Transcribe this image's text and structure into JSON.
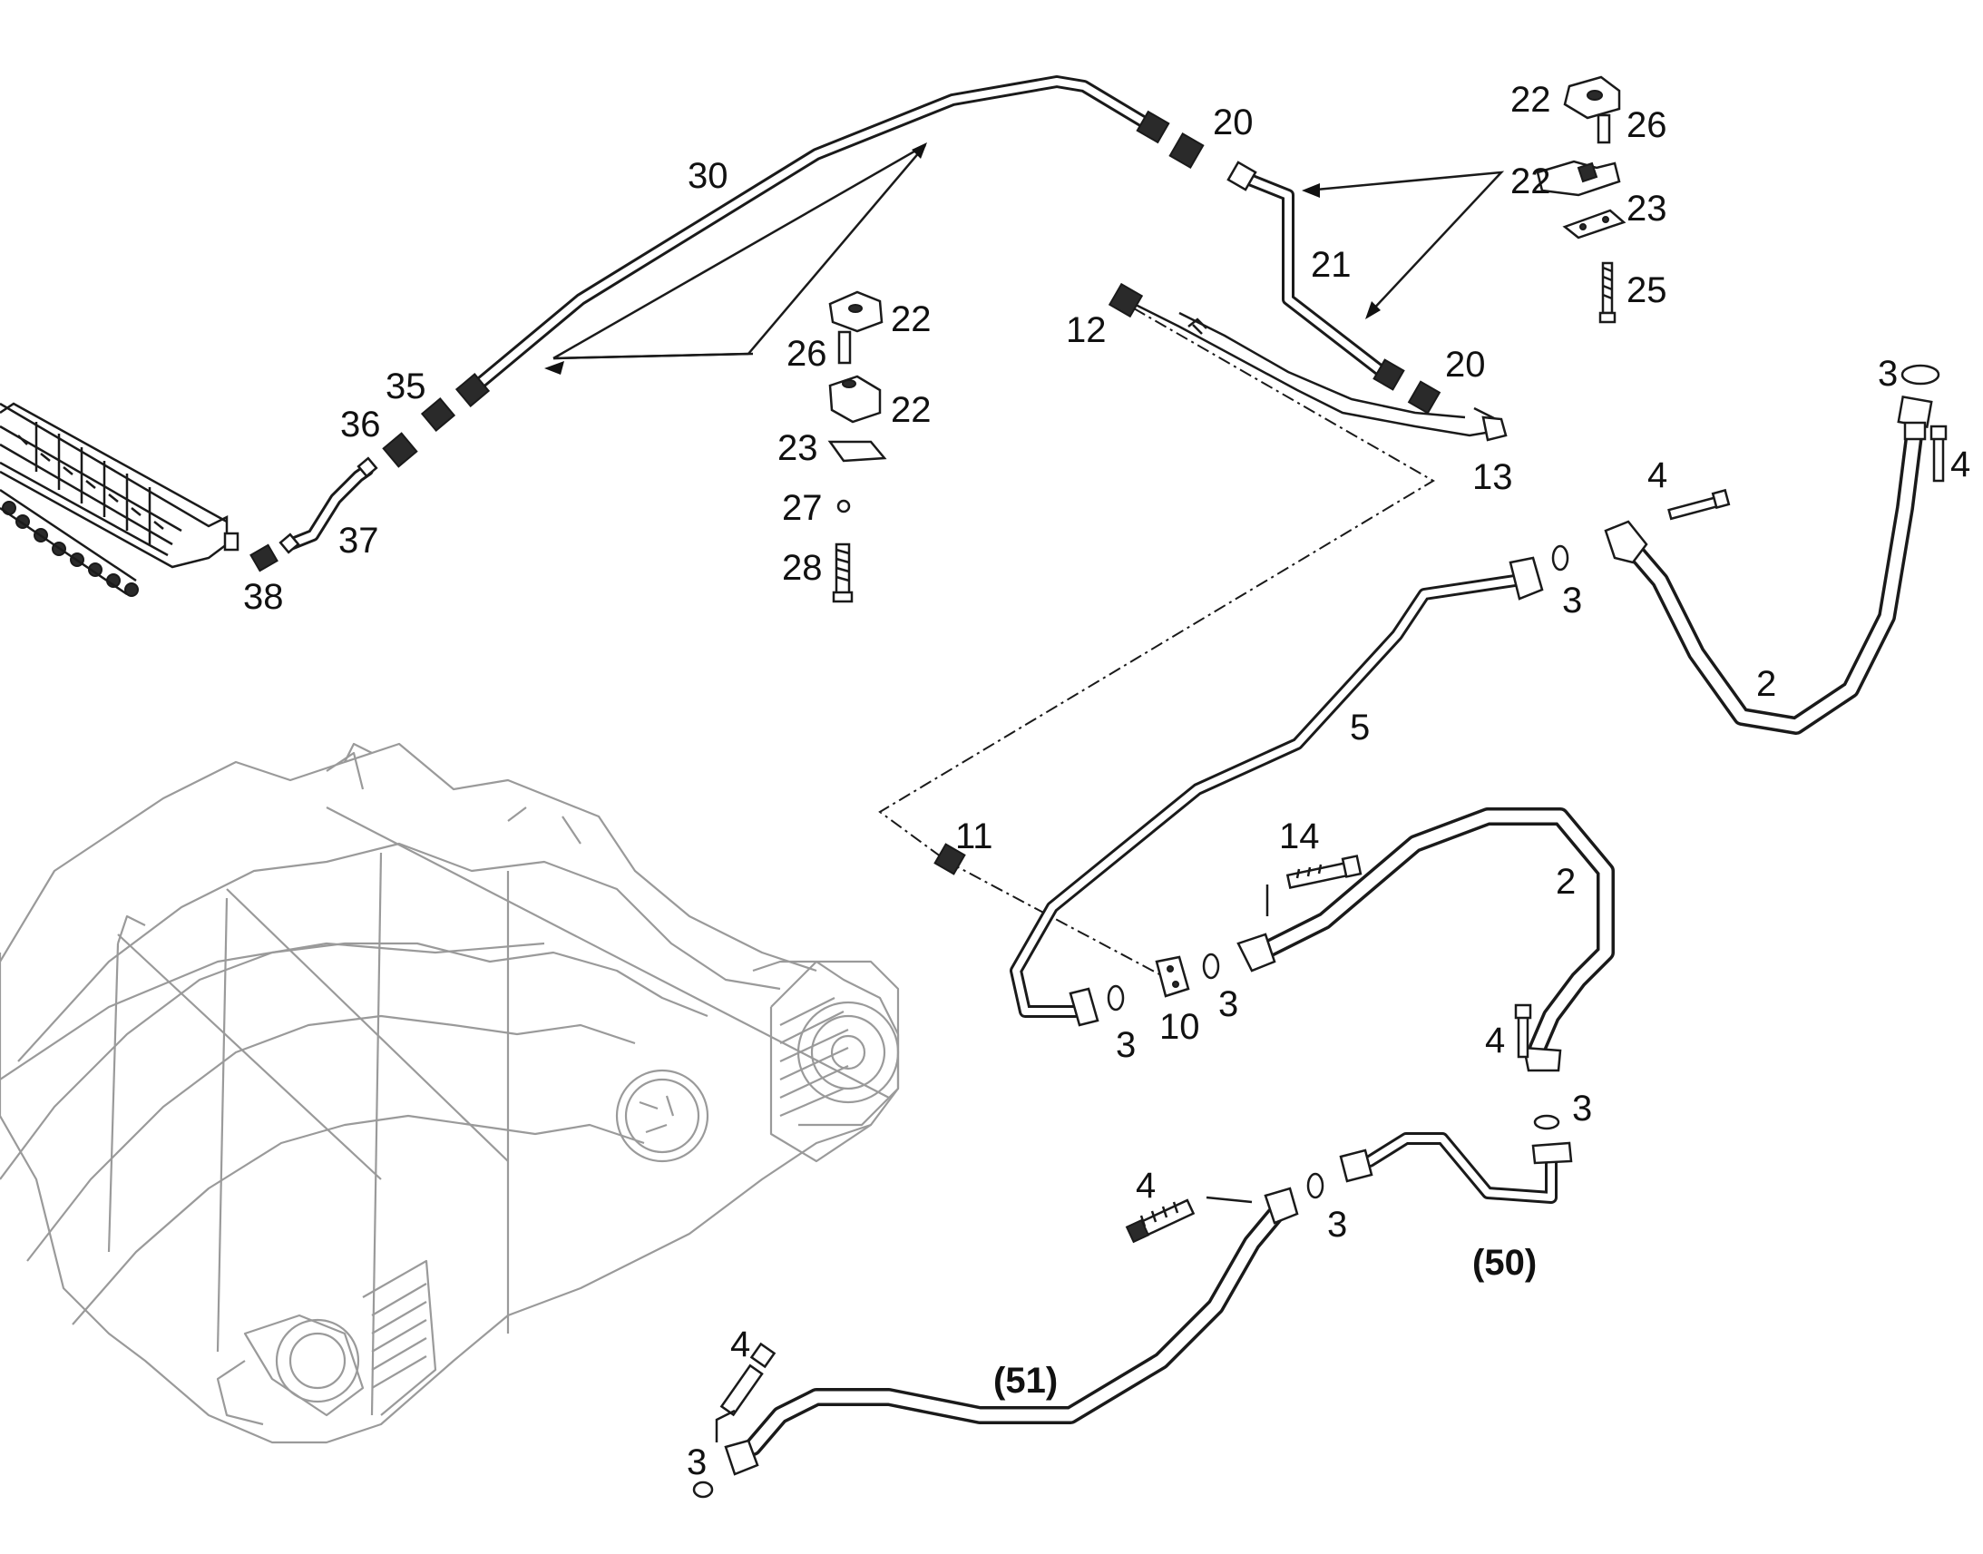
{
  "callouts": [
    {
      "id": "c-30",
      "text": "30"
    },
    {
      "id": "c-20a",
      "text": "20"
    },
    {
      "id": "c-22a",
      "text": "22"
    },
    {
      "id": "c-26a",
      "text": "26"
    },
    {
      "id": "c-22b",
      "text": "22"
    },
    {
      "id": "c-23a",
      "text": "23"
    },
    {
      "id": "c-25",
      "text": "25"
    },
    {
      "id": "c-21",
      "text": "21"
    },
    {
      "id": "c-22c",
      "text": "22"
    },
    {
      "id": "c-26b",
      "text": "26"
    },
    {
      "id": "c-22d",
      "text": "22"
    },
    {
      "id": "c-23b",
      "text": "23"
    },
    {
      "id": "c-27",
      "text": "27"
    },
    {
      "id": "c-28",
      "text": "28"
    },
    {
      "id": "c-12",
      "text": "12"
    },
    {
      "id": "c-20b",
      "text": "20"
    },
    {
      "id": "c-13",
      "text": "13"
    },
    {
      "id": "c-35",
      "text": "35"
    },
    {
      "id": "c-36",
      "text": "36"
    },
    {
      "id": "c-37",
      "text": "37"
    },
    {
      "id": "c-38",
      "text": "38"
    },
    {
      "id": "c-3a",
      "text": "3"
    },
    {
      "id": "c-4a",
      "text": "4"
    },
    {
      "id": "c-4b",
      "text": "4"
    },
    {
      "id": "c-3b",
      "text": "3"
    },
    {
      "id": "c-2a",
      "text": "2"
    },
    {
      "id": "c-5",
      "text": "5"
    },
    {
      "id": "c-11",
      "text": "11"
    },
    {
      "id": "c-14",
      "text": "14"
    },
    {
      "id": "c-2b",
      "text": "2"
    },
    {
      "id": "c-3c",
      "text": "3"
    },
    {
      "id": "c-10",
      "text": "10"
    },
    {
      "id": "c-3d",
      "text": "3"
    },
    {
      "id": "c-4c",
      "text": "4"
    },
    {
      "id": "c-3e",
      "text": "3"
    },
    {
      "id": "c-4d",
      "text": "4"
    },
    {
      "id": "c-3f",
      "text": "3"
    },
    {
      "id": "c-50",
      "text": "(50)"
    },
    {
      "id": "c-4e",
      "text": "4"
    },
    {
      "id": "c-51",
      "text": "(51)"
    },
    {
      "id": "c-3g",
      "text": "3"
    }
  ]
}
